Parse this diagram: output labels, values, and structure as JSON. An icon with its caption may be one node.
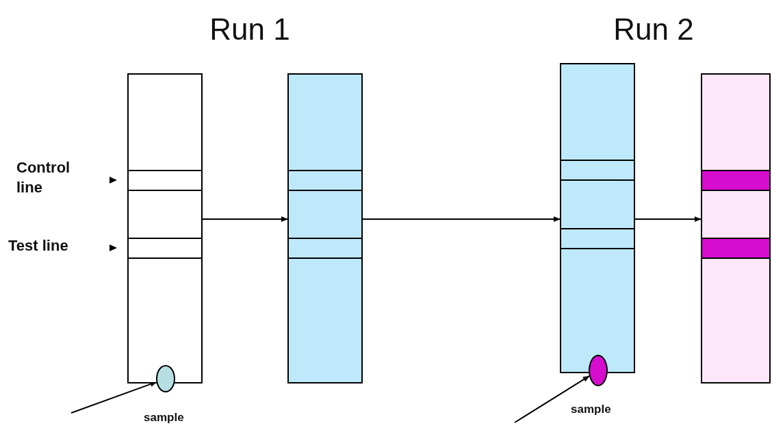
{
  "diagram": {
    "nodes": [
      {
        "text": [],
        "shape": "bar"
      },
      {
        "text": [],
        "shape": "circle",
        "beside": [
          "sample"
        ]
      },
      {
        "text": [],
        "shape": "bar"
      },
      {
        "text": [],
        "shape": "bar"
      },
      {
        "text": [],
        "shape": "circle",
        "beside": [
          "sample"
        ]
      },
      {
        "text": [],
        "shape": "bar"
      }
    ],
    "edges": [
      {
        "from": 0,
        "to": 2,
        "arrow": "to"
      },
      {
        "from": 2,
        "to": 3,
        "arrow": "to"
      },
      {
        "from": 3,
        "to": 5,
        "arrow": "to"
      },
      {
        "from": null,
        "to": 1,
        "arrow": "to"
      },
      {
        "from": null,
        "to": 4,
        "arrow": "to"
      }
    ],
    "labels": [
      "Run 1",
      "Run 2",
      "Control line",
      "Test line"
    ]
  }
}
